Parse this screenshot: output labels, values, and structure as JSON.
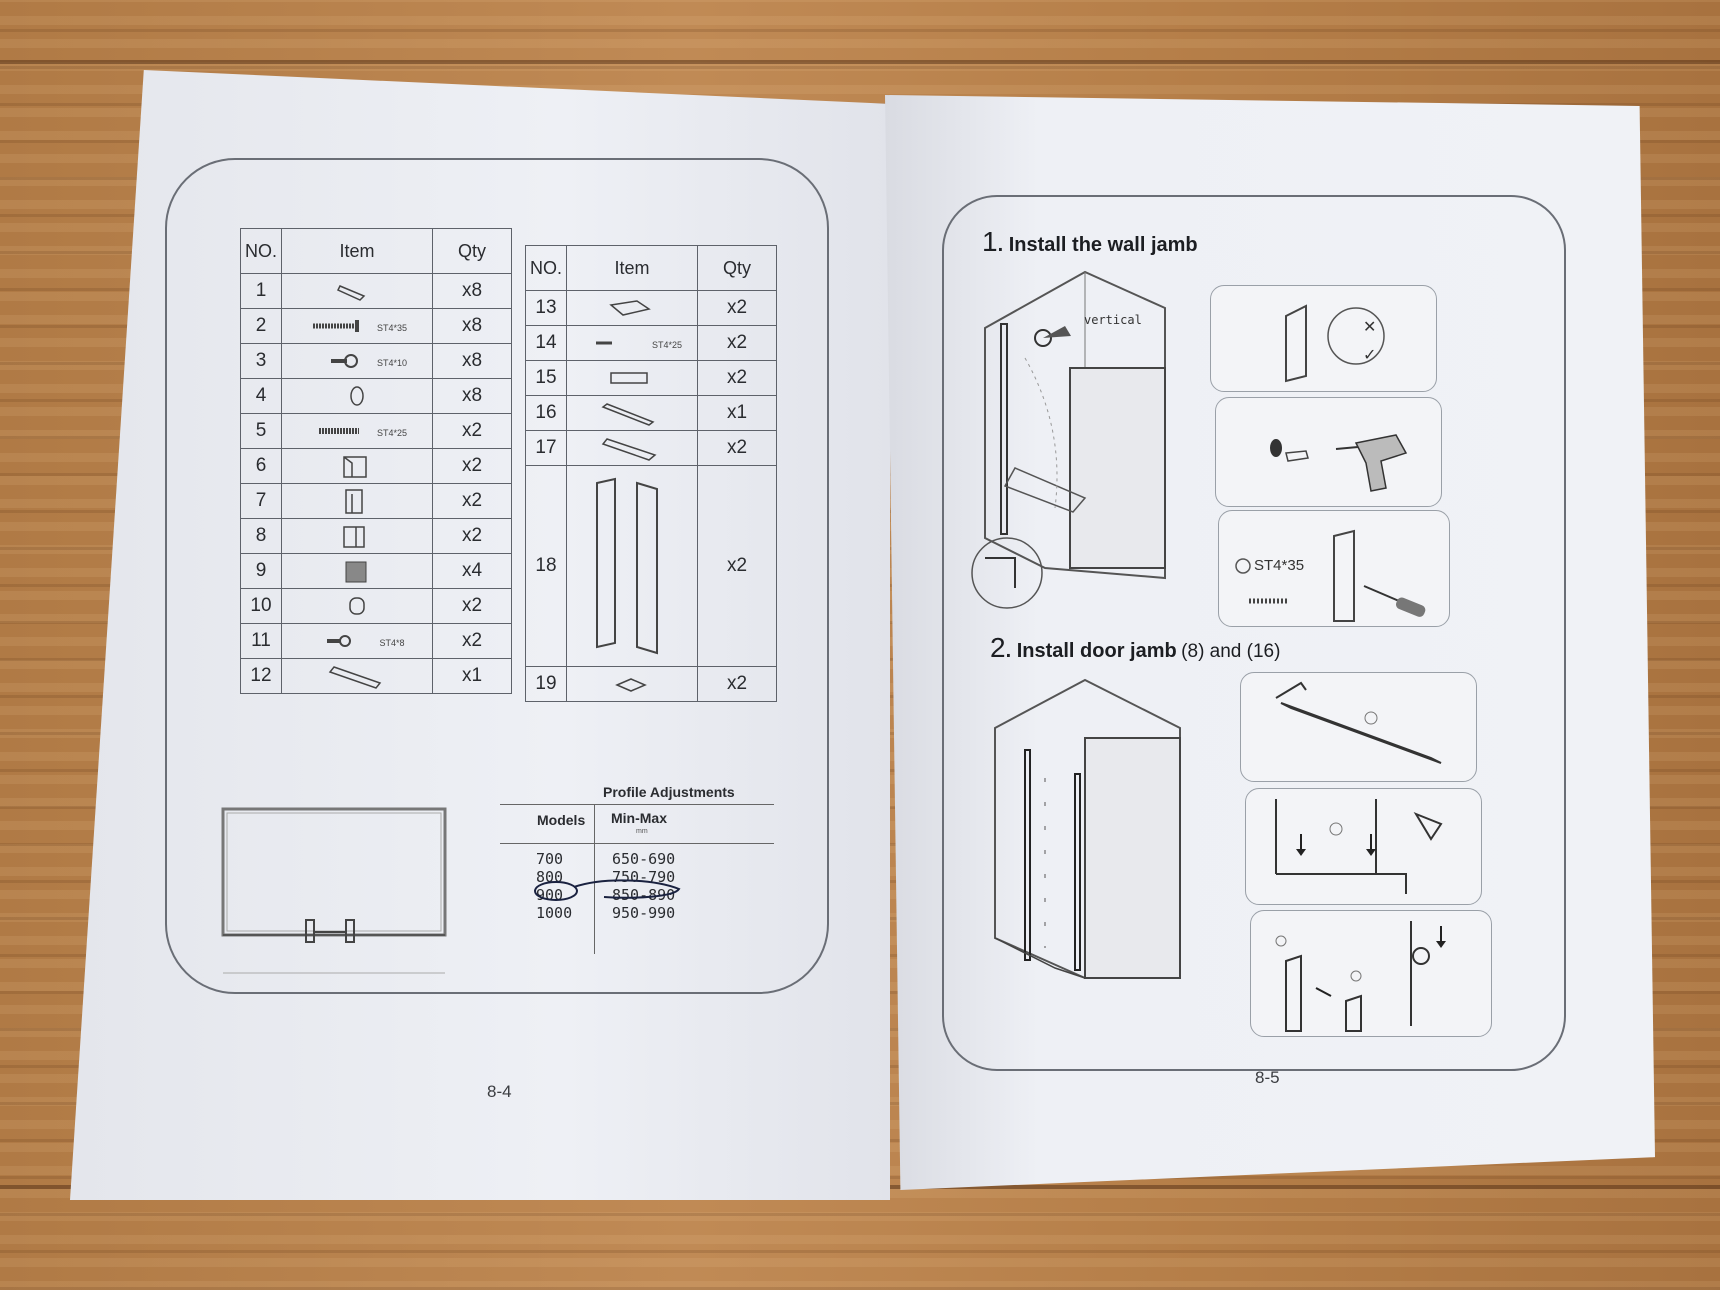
{
  "left_page": {
    "table_a": {
      "headers": {
        "no": "NO.",
        "item": "Item",
        "qty": "Qty"
      },
      "rows": [
        {
          "no": "1",
          "label": "",
          "qty": "x8"
        },
        {
          "no": "2",
          "label": "ST4*35",
          "qty": "x8"
        },
        {
          "no": "3",
          "label": "ST4*10",
          "qty": "x8"
        },
        {
          "no": "4",
          "label": "",
          "qty": "x8"
        },
        {
          "no": "5",
          "label": "ST4*25",
          "qty": "x2"
        },
        {
          "no": "6",
          "label": "",
          "qty": "x2"
        },
        {
          "no": "7",
          "label": "",
          "qty": "x2"
        },
        {
          "no": "8",
          "label": "",
          "qty": "x2"
        },
        {
          "no": "9",
          "label": "",
          "qty": "x4"
        },
        {
          "no": "10",
          "label": "",
          "qty": "x2"
        },
        {
          "no": "11",
          "label": "ST4*8",
          "qty": "x2"
        },
        {
          "no": "12",
          "label": "",
          "qty": "x1"
        }
      ]
    },
    "table_b": {
      "headers": {
        "no": "NO.",
        "item": "Item",
        "qty": "Qty"
      },
      "rows": [
        {
          "no": "13",
          "label": "",
          "qty": "x2"
        },
        {
          "no": "14",
          "label": "ST4*25",
          "qty": "x2"
        },
        {
          "no": "15",
          "label": "",
          "qty": "x2"
        },
        {
          "no": "16",
          "label": "",
          "qty": "x1"
        },
        {
          "no": "17",
          "label": "",
          "qty": "x2"
        },
        {
          "no": "18",
          "label": "",
          "qty": "x2"
        },
        {
          "no": "19",
          "label": "",
          "qty": "x2"
        }
      ]
    },
    "profile_adjustments": {
      "title": "Profile Adjustments",
      "col_models": "Models",
      "col_range": "Min-Max",
      "unit": "mm",
      "rows": [
        {
          "model": "700",
          "range": "650-690"
        },
        {
          "model": "800",
          "range": "750-790"
        },
        {
          "model": "900",
          "range": "850-890"
        },
        {
          "model": "1000",
          "range": "950-990"
        }
      ],
      "circled_model": "900"
    },
    "page_number": "8-4"
  },
  "right_page": {
    "step1": {
      "num": "1",
      "title": ". Install the wall jamb",
      "diagram_label": "vertical",
      "screw_label": "ST4*35"
    },
    "step2": {
      "num": "2",
      "title": ". Install door jamb",
      "suffix": "(8) and (16)"
    },
    "page_number": "8-5"
  }
}
